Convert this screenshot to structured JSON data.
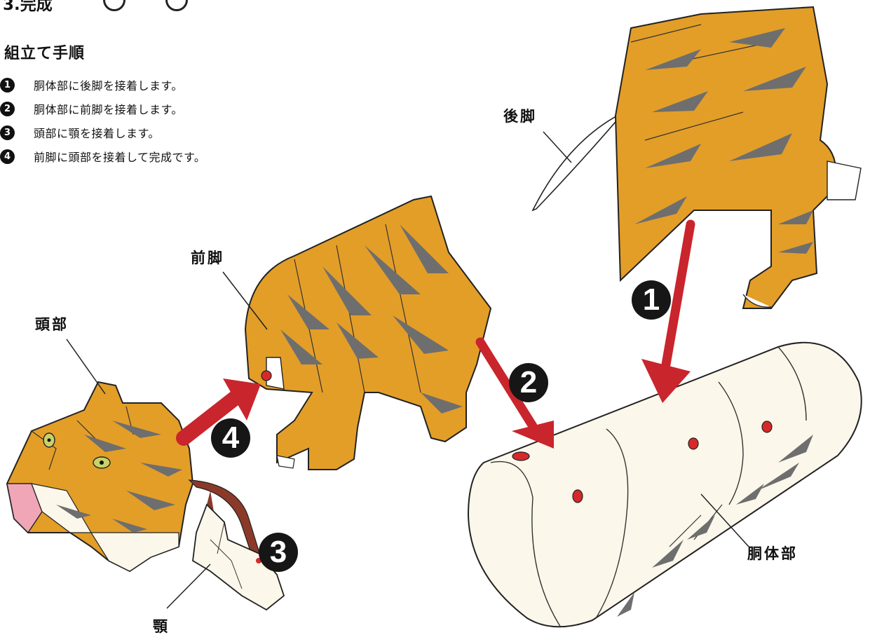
{
  "header_fragment": "3.完成",
  "heading": "組立て手順",
  "steps": [
    {
      "num": "1",
      "text": "胴体部に後脚を接着します。"
    },
    {
      "num": "2",
      "text": "胴体部に前脚を接着します。"
    },
    {
      "num": "3",
      "text": "頭部に顎を接着します。"
    },
    {
      "num": "4",
      "text": "前脚に頭部を接着して完成です。"
    }
  ],
  "callouts": {
    "hind_legs": "後脚",
    "front_legs": "前脚",
    "head": "頭部",
    "jaw": "顎",
    "torso": "胴体部"
  },
  "badges": {
    "b1": "1",
    "b2": "2",
    "b3": "3",
    "b4": "4"
  },
  "colors": {
    "tiger_orange": "#E39E28",
    "stripe_gray": "#6E6E6E",
    "torso_cream": "#FBF7EA",
    "arrow_red": "#C9252D",
    "jaw_strip_brown": "#8B3A2A",
    "dot_red": "#D62A2A"
  }
}
